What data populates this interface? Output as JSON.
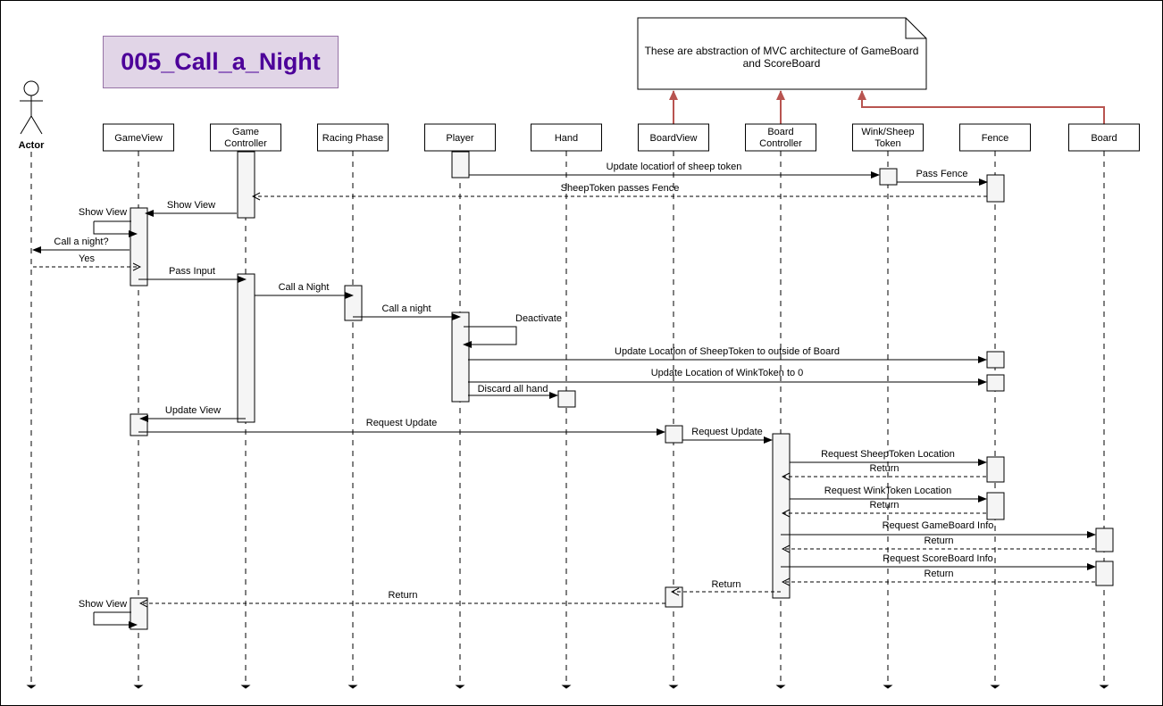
{
  "title": "005_Call_a_Night",
  "note": "These are abstraction of MVC architecture of GameBoard and ScoreBoard",
  "actor": {
    "label": "Actor"
  },
  "participants": [
    {
      "id": "gameview",
      "lines": [
        "GameView"
      ]
    },
    {
      "id": "gamecontroller",
      "lines": [
        "Game",
        "Controller"
      ]
    },
    {
      "id": "racingphase",
      "lines": [
        "Racing Phase"
      ]
    },
    {
      "id": "player",
      "lines": [
        "Player"
      ]
    },
    {
      "id": "hand",
      "lines": [
        "Hand"
      ]
    },
    {
      "id": "boardview",
      "lines": [
        "BoardView"
      ]
    },
    {
      "id": "boardcontroller",
      "lines": [
        "Board",
        "Controller"
      ]
    },
    {
      "id": "winksheeptoken",
      "lines": [
        "Wink/Sheep",
        "Token"
      ]
    },
    {
      "id": "fence",
      "lines": [
        "Fence"
      ]
    },
    {
      "id": "board",
      "lines": [
        "Board"
      ]
    }
  ],
  "messages": [
    {
      "from": "player",
      "to": "winksheeptoken",
      "label": "Update location of sheep token",
      "type": "sync"
    },
    {
      "from": "winksheeptoken",
      "to": "fence",
      "label": "Pass Fence",
      "type": "sync"
    },
    {
      "from": "fence",
      "to": "gamecontroller",
      "label": "SheepToken passes Fence",
      "type": "return"
    },
    {
      "from": "gamecontroller",
      "to": "gameview",
      "label": "Show View",
      "type": "sync"
    },
    {
      "from": "gameview",
      "to": "gameview",
      "label": "Show View",
      "type": "self"
    },
    {
      "from": "gameview",
      "to": "actor",
      "label": "Call a night?",
      "type": "sync"
    },
    {
      "from": "actor",
      "to": "gameview",
      "label": "Yes",
      "type": "return"
    },
    {
      "from": "gameview",
      "to": "gamecontroller",
      "label": "Pass Input",
      "type": "sync"
    },
    {
      "from": "gamecontroller",
      "to": "racingphase",
      "label": "Call a Night",
      "type": "sync"
    },
    {
      "from": "racingphase",
      "to": "player",
      "label": "Call a night",
      "type": "sync"
    },
    {
      "from": "player",
      "to": "player",
      "label": "Deactivate",
      "type": "self"
    },
    {
      "from": "player",
      "to": "fence",
      "label": "Update Location of SheepToken to outside of Board",
      "type": "sync"
    },
    {
      "from": "player",
      "to": "fence",
      "label": "Update Location of WinkToken to 0",
      "type": "sync"
    },
    {
      "from": "player",
      "to": "hand",
      "label": "Discard all hand",
      "type": "sync"
    },
    {
      "from": "gamecontroller",
      "to": "gameview",
      "label": "Update View",
      "type": "sync"
    },
    {
      "from": "gameview",
      "to": "boardview",
      "label": "Request Update",
      "type": "sync"
    },
    {
      "from": "boardview",
      "to": "boardcontroller",
      "label": "Request Update",
      "type": "sync"
    },
    {
      "from": "boardcontroller",
      "to": "fence",
      "label": "Request SheepToken Location",
      "type": "sync"
    },
    {
      "from": "fence",
      "to": "boardcontroller",
      "label": "Return",
      "type": "return"
    },
    {
      "from": "boardcontroller",
      "to": "fence",
      "label": "Request WinkToken Location",
      "type": "sync"
    },
    {
      "from": "fence",
      "to": "boardcontroller",
      "label": "Return",
      "type": "return"
    },
    {
      "from": "boardcontroller",
      "to": "board",
      "label": "Request GameBoard Info",
      "type": "sync"
    },
    {
      "from": "board",
      "to": "boardcontroller",
      "label": "Return",
      "type": "return"
    },
    {
      "from": "boardcontroller",
      "to": "board",
      "label": "Request ScoreBoard Info",
      "type": "sync"
    },
    {
      "from": "board",
      "to": "boardcontroller",
      "label": "Return",
      "type": "return"
    },
    {
      "from": "boardcontroller",
      "to": "boardview",
      "label": "Return",
      "type": "return"
    },
    {
      "from": "boardview",
      "to": "gameview",
      "label": "Return",
      "type": "return"
    },
    {
      "from": "gameview",
      "to": "gameview",
      "label": "Show View",
      "type": "self"
    }
  ],
  "colors": {
    "note_arrow": "#b85450",
    "title_fill": "#e1d5e7",
    "title_border": "#9673a6",
    "title_text": "#4c0099",
    "activation_fill": "#f5f5f5"
  }
}
